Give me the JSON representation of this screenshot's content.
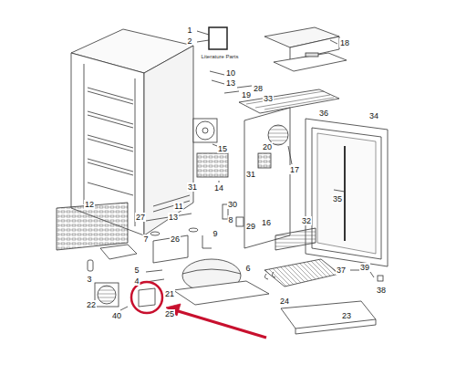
{
  "diagram": {
    "labels": [
      "1",
      "2",
      "Literature Parts",
      "18",
      "10",
      "13",
      "19",
      "28",
      "33",
      "36",
      "34",
      "15",
      "17",
      "20",
      "31",
      "14",
      "31",
      "11",
      "30",
      "27",
      "13",
      "8",
      "29",
      "16",
      "32",
      "35",
      "12",
      "26",
      "9",
      "7",
      "3",
      "5",
      "4",
      "6",
      "37",
      "39",
      "38",
      "22",
      "40",
      "21",
      "25",
      "24",
      "23"
    ]
  }
}
